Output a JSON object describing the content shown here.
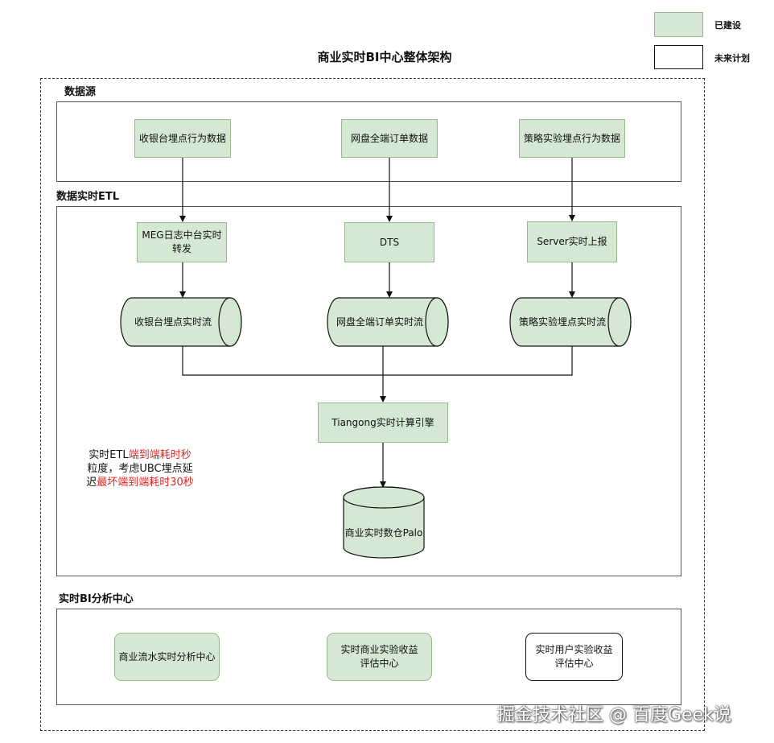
{
  "title": "商业实时BI中心整体架构",
  "legend": {
    "built": {
      "label": "已建设",
      "color": "#d5e8d4"
    },
    "planned": {
      "label": "未来计划",
      "color": "#ffffff"
    }
  },
  "sections": {
    "datasource": {
      "label": "数据源"
    },
    "etl": {
      "label": "数据实时ETL"
    },
    "bi": {
      "label": "实时BI分析中心"
    }
  },
  "sources": {
    "cashier": "收银台埋点行为数据",
    "netdisk": "网盘全端订单数据",
    "strategy": "策略实验埋点行为数据"
  },
  "transport": {
    "meg": "MEG日志中台实时转发",
    "dts": "DTS",
    "server": "Server实时上报"
  },
  "streams": {
    "cashier": "收银台埋点实时流",
    "netdisk": "网盘全端订单实时流",
    "strategy": "策略实验埋点实时流"
  },
  "engine": "Tiangong实时计算引擎",
  "warehouse": "商业实时数仓Palo",
  "note": {
    "part1": "实时ETL",
    "part2": "端到端耗时秒",
    "part3": "粒度，考虑UBC埋点延",
    "part4": "迟",
    "part5": "最坏端到端耗时30秒"
  },
  "bi_centers": {
    "flow": "商业流水实时分析中心",
    "revenue": "实时商业实验收益评估中心",
    "user": "实时用户实验收益评估中心"
  },
  "watermark": "掘金技术社区 @ 百度Geek说"
}
